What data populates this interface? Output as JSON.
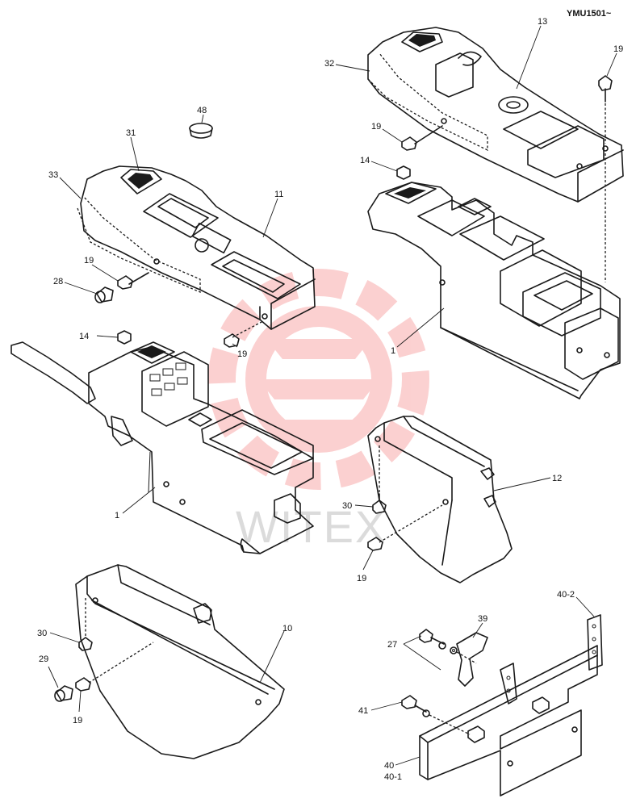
{
  "diagram_code": "YMU1501~",
  "watermark": {
    "text": "WITEX",
    "color": "#f25a5a"
  },
  "callouts": [
    {
      "id": "c48",
      "text": "48"
    },
    {
      "id": "c31",
      "text": "31"
    },
    {
      "id": "c33",
      "text": "33"
    },
    {
      "id": "c11",
      "text": "11"
    },
    {
      "id": "c19a",
      "text": "19"
    },
    {
      "id": "c28",
      "text": "28"
    },
    {
      "id": "c19b",
      "text": "19"
    },
    {
      "id": "c14a",
      "text": "14"
    },
    {
      "id": "c1a",
      "text": "1"
    },
    {
      "id": "c32",
      "text": "32"
    },
    {
      "id": "c13",
      "text": "13"
    },
    {
      "id": "c19c",
      "text": "19"
    },
    {
      "id": "c19d",
      "text": "19"
    },
    {
      "id": "c14b",
      "text": "14"
    },
    {
      "id": "c1b",
      "text": "1"
    },
    {
      "id": "c12",
      "text": "12"
    },
    {
      "id": "c30a",
      "text": "30"
    },
    {
      "id": "c19e",
      "text": "19"
    },
    {
      "id": "c10",
      "text": "10"
    },
    {
      "id": "c30b",
      "text": "30"
    },
    {
      "id": "c29",
      "text": "29"
    },
    {
      "id": "c19f",
      "text": "19"
    },
    {
      "id": "c39",
      "text": "39"
    },
    {
      "id": "c40_2",
      "text": "40-2"
    },
    {
      "id": "c27",
      "text": "27"
    },
    {
      "id": "c41",
      "text": "41"
    },
    {
      "id": "c40",
      "text": "40"
    },
    {
      "id": "c40_1",
      "text": "40-1"
    }
  ]
}
